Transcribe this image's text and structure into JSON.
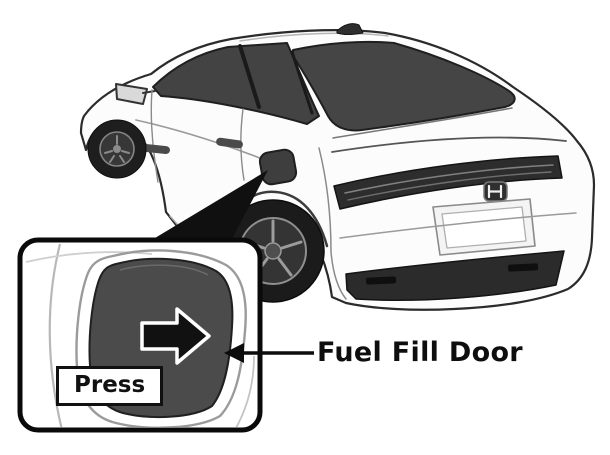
{
  "figure": {
    "press_label": "Press",
    "pointer_label": "Fuel Fill Door"
  },
  "icons": {
    "press_arrow": "right-arrow",
    "pointer_arrow": "left-arrow",
    "callout": "triangle-pointer"
  },
  "colors": {
    "outline": "#2b2b2b",
    "dark_fill": "#4b4b4b",
    "accent": "#0c0c0c",
    "background": "#ffffff"
  }
}
